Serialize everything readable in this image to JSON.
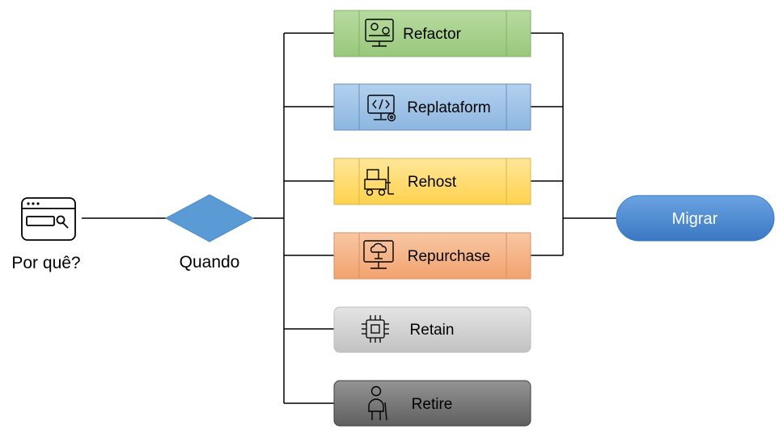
{
  "start": {
    "label": "Por quê?",
    "icon": "browser-search-icon"
  },
  "decision": {
    "label": "Quando",
    "color": "#5b9bd5"
  },
  "strategies": [
    {
      "id": "refactor",
      "label": "Refactor",
      "icon": "refactor-icon",
      "fill": "#a9d18e",
      "stroke": "#82b366",
      "connects_to_target": true
    },
    {
      "id": "replataform",
      "label": "Replataform",
      "icon": "code-monitor-gear-icon",
      "fill": "#9dc3e6",
      "stroke": "#6c8ebf",
      "connects_to_target": true
    },
    {
      "id": "rehost",
      "label": "Rehost",
      "icon": "forklift-icon",
      "fill": "#ffd966",
      "stroke": "#d6b656",
      "connects_to_target": true
    },
    {
      "id": "repurchase",
      "label": "Repurchase",
      "icon": "cloud-monitor-icon",
      "fill": "#f4b183",
      "stroke": "#d99068",
      "connects_to_target": true
    },
    {
      "id": "retain",
      "label": "Retain",
      "icon": "chip-icon",
      "fill": "#d0d0d0",
      "stroke": "#bdbdbd",
      "connects_to_target": false
    },
    {
      "id": "retire",
      "label": "Retire",
      "icon": "elderly-person-icon",
      "fill": "#7f7f7f",
      "stroke": "#404040",
      "connects_to_target": false
    }
  ],
  "target": {
    "label": "Migrar",
    "color": "#4a89d1"
  }
}
